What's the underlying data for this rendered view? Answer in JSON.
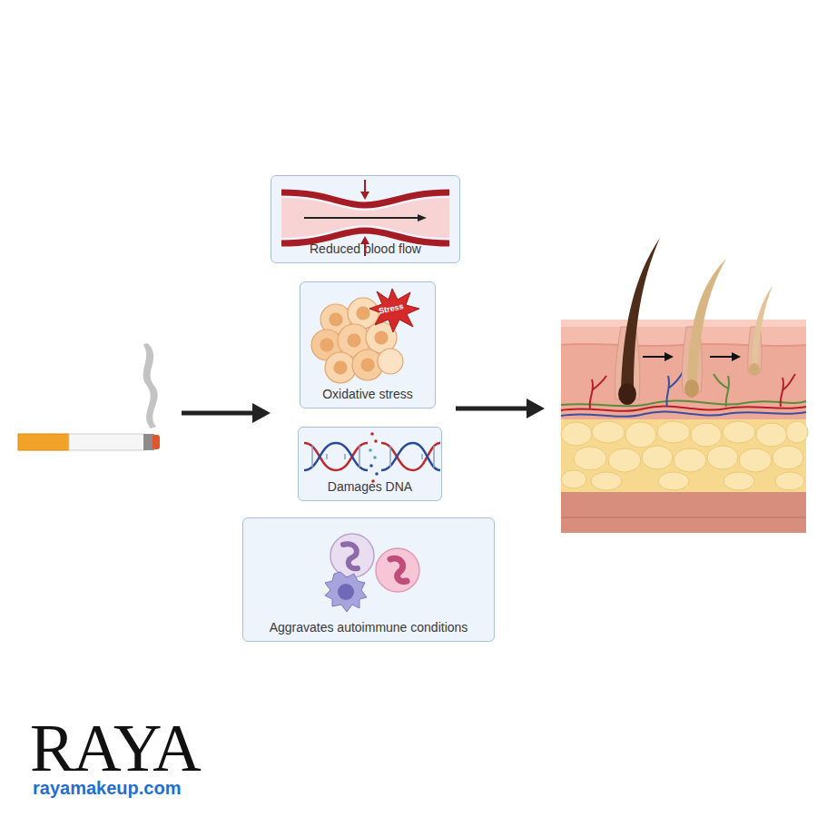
{
  "diagram": {
    "nodes": [
      {
        "text": [
          "Reduced blood flow"
        ]
      },
      {
        "text": [
          "Oxidative stress"
        ]
      },
      {
        "text": [
          "Damages DNA"
        ]
      },
      {
        "text": [
          "Aggravates autoimmune conditions"
        ]
      }
    ],
    "labels": [
      "Stress",
      "RAYA",
      "rayamakeup.com"
    ]
  }
}
